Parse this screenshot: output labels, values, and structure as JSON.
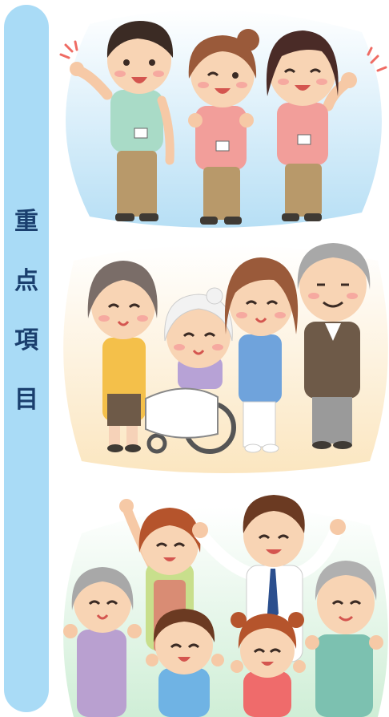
{
  "side_title": {
    "chars": [
      "重",
      "点",
      "項",
      "目"
    ],
    "color": "#1a3f6e",
    "bar_color": "#a9dbf6"
  },
  "illustrations": [
    {
      "icon": "care-staff-cheering-illustration"
    },
    {
      "icon": "elderly-care-family-illustration"
    },
    {
      "icon": "family-cheering-illustration"
    }
  ]
}
